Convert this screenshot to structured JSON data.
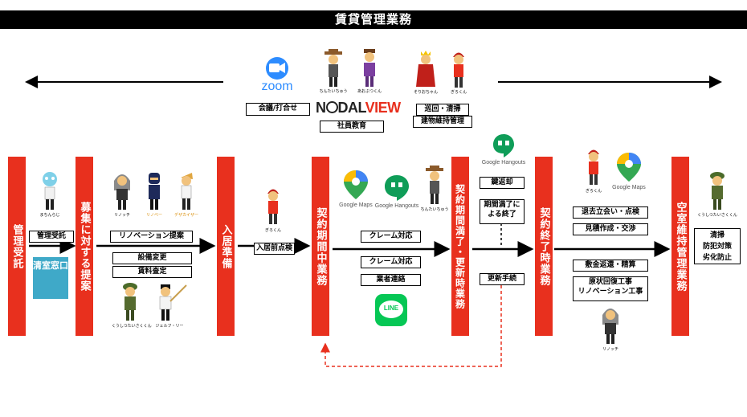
{
  "title": "賃貸管理業務",
  "top_section": {
    "zoom_logo": "zoom",
    "meeting_label": "会議/打合せ",
    "nodalview_logo": {
      "part1": "N",
      "part2": "DAL",
      "part3": "VIEW"
    },
    "training_label": "社員教育",
    "patrol_label": "巡回・清掃",
    "building_label": "建物維持管理",
    "chars": [
      "ちんたいちゅう",
      "あおぶつくん",
      "そりおちゃん",
      "ぎろくん"
    ]
  },
  "stages": [
    "管理受託",
    "募集に対する提案",
    "入居準備",
    "契約期間中業務",
    "契約期間満了・更新時業務",
    "契約終了時業務",
    "空室維持管理業務"
  ],
  "col1": {
    "char": "まちんらじ",
    "box": "管理受託",
    "logo": "清室窓口"
  },
  "col2": {
    "chars_top": [
      "リノッチ",
      "リノベー",
      "デザカイザー"
    ],
    "boxes": [
      "リノベーション提案",
      "設備変更",
      "賃料査定"
    ],
    "chars_bottom": [
      "くうしつたいさくくん",
      "ジェルフ・リー"
    ]
  },
  "col3": {
    "char": "ぎろくん",
    "box": "入居前点検"
  },
  "col4": {
    "maps_label": "Google Maps",
    "hangouts_label": "Google Hangouts",
    "char": "ちんたいちゅう",
    "boxes": [
      "クレーム対応",
      "クレーム対応",
      "業者連絡"
    ],
    "line_label": "LINE"
  },
  "col5": {
    "hangouts_label": "Google Hangouts",
    "boxes": [
      "鍵返却",
      "期間満了に",
      "よる終了",
      "更新手続"
    ]
  },
  "col6": {
    "char_top": "ぎろくん",
    "maps_label": "Google Maps",
    "boxes": [
      "退去立会い・点検",
      "見積作成・交渉",
      "敷金返還・精算",
      "原状回復工事",
      "リノベーション工事"
    ],
    "char_bottom": "リノッチ"
  },
  "col7": {
    "char": "くうしつたいさくくん",
    "box_lines": [
      "清掃",
      "防犯対策",
      "劣化防止"
    ]
  },
  "colors": {
    "stage_red": "#e8301e",
    "zoom_blue": "#2d8cff",
    "line_green": "#06c755",
    "hangouts_green": "#0f9d58"
  }
}
